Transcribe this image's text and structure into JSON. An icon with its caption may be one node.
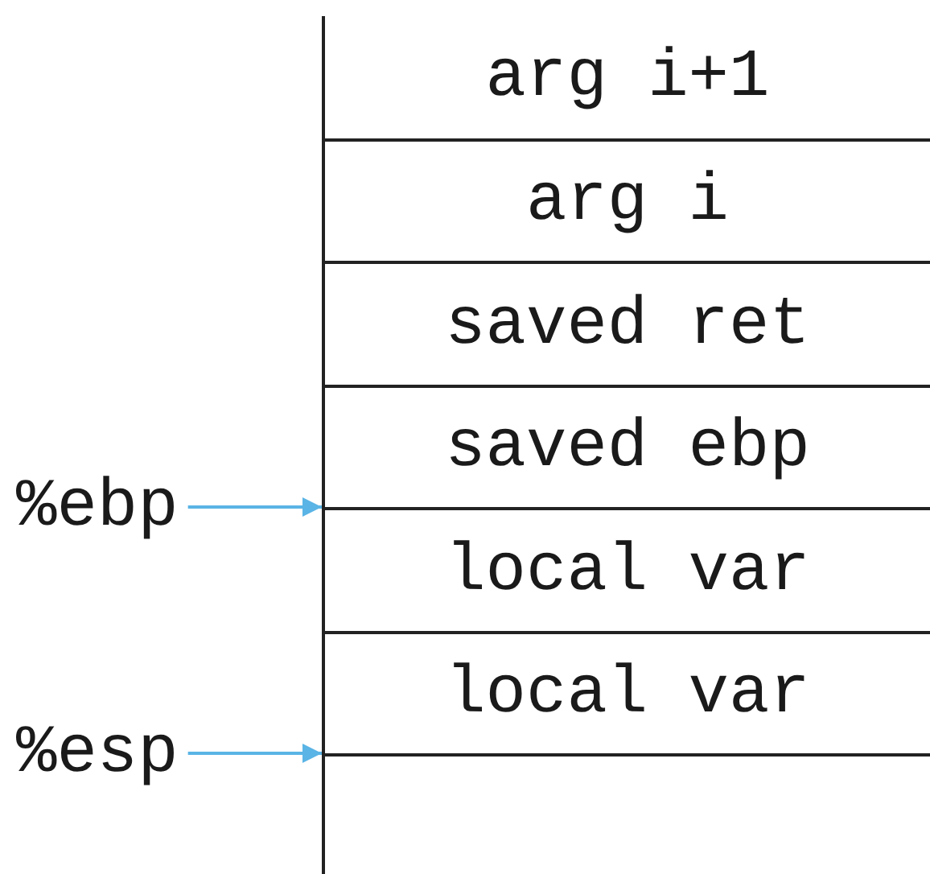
{
  "diagram": {
    "nodes": [
      {
        "text": [
          "arg i+1"
        ]
      },
      {
        "text": [
          "arg i"
        ]
      },
      {
        "text": [
          "saved ret"
        ]
      },
      {
        "text": [
          "saved ebp"
        ]
      },
      {
        "text": [
          "local var"
        ]
      },
      {
        "text": [
          "local var"
        ]
      },
      {
        "text": [],
        "shape": "box"
      },
      {
        "text": [
          "%ebp"
        ]
      },
      {
        "text": [
          "%esp"
        ]
      }
    ],
    "edges": [
      {
        "from": 7,
        "to": 3,
        "arrow": "to"
      },
      {
        "from": 8,
        "to": 6,
        "arrow": "to"
      }
    ]
  }
}
